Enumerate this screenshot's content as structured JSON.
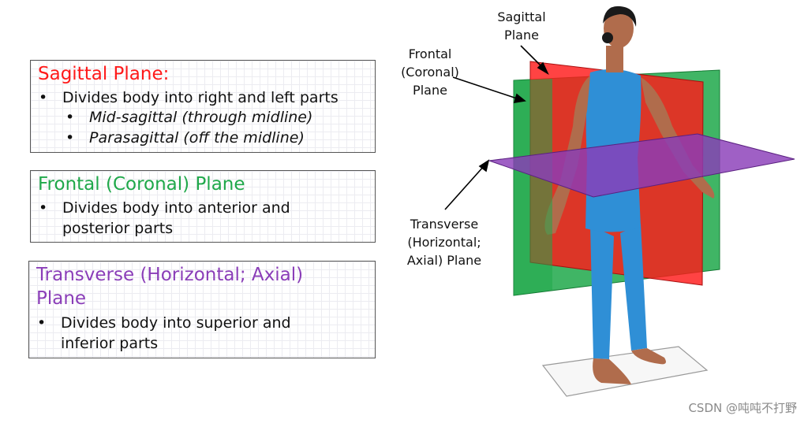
{
  "boxes": {
    "sagittal": {
      "title": "Sagittal Plane:",
      "bullet": "Divides body into right and left parts",
      "sub1": "Mid-sagittal (through midline)",
      "sub2": "Parasagittal (off the midline)"
    },
    "frontal": {
      "title": "Frontal (Coronal) Plane",
      "bullet_line1": "Divides body into anterior and",
      "bullet_line2": "posterior parts"
    },
    "transverse": {
      "title_line1": "Transverse (Horizontal; Axial)",
      "title_line2": "Plane",
      "bullet_line1": "Divides body into superior and",
      "bullet_line2": "inferior parts"
    }
  },
  "bullet_symbol": "•",
  "figure_labels": {
    "sagittal_line1": "Sagittal",
    "sagittal_line2": "Plane",
    "frontal_line1": "Frontal",
    "frontal_line2": "(Coronal)",
    "frontal_line3": "Plane",
    "transverse_line1": "Transverse",
    "transverse_line2": "(Horizontal;",
    "transverse_line3": "Axial) Plane"
  },
  "colors": {
    "sagittal": "#ff1a1a",
    "frontal": "#1fa84a",
    "transverse": "#8a3db8",
    "skin": "#b06c4c",
    "suit": "#2f8fd6"
  },
  "watermark": "CSDN @吨吨不打野"
}
